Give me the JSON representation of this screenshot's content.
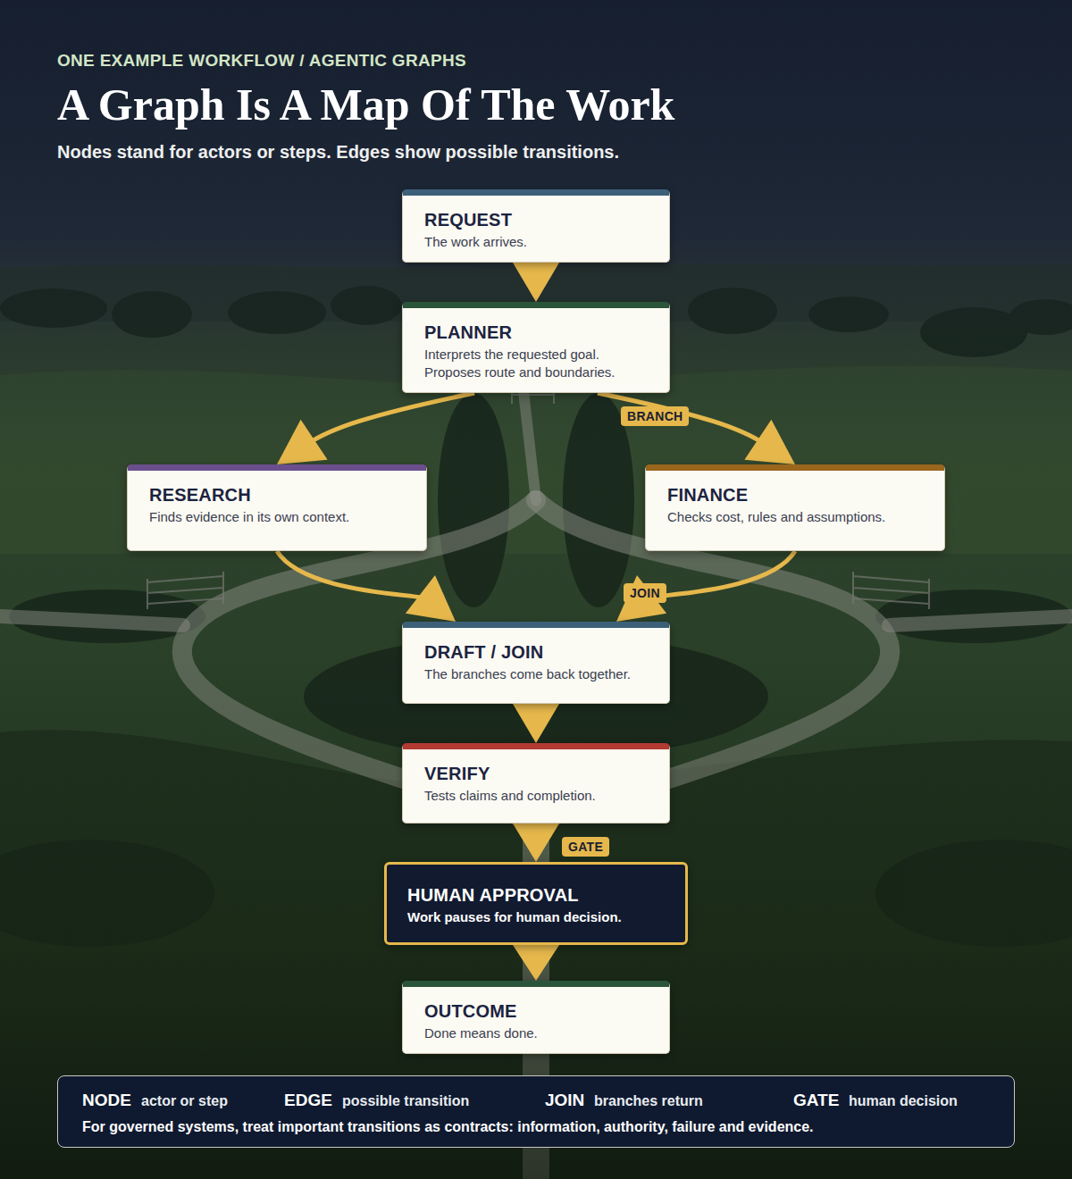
{
  "diagram": {
    "title": "A Graph Is A Map Of The Work",
    "caption": "Nodes stand for actors or steps. Edges show possible transitions.",
    "nodes": [
      {
        "text": [
          "REQUEST",
          "The work arrives."
        ]
      },
      {
        "text": [
          "PLANNER",
          "Interprets the requested goal. Proposes route and boundaries."
        ]
      },
      {
        "text": [
          "RESEARCH",
          "Finds evidence in its own context."
        ]
      },
      {
        "text": [
          "FINANCE",
          "Checks cost, rules and assumptions."
        ]
      },
      {
        "text": [
          "DRAFT / JOIN",
          "The branches come back together."
        ]
      },
      {
        "text": [
          "VERIFY",
          "Tests claims and completion."
        ]
      },
      {
        "text": [
          "HUMAN APPROVAL",
          "Work pauses for human decision."
        ]
      },
      {
        "text": [
          "OUTCOME",
          "Done means done."
        ]
      }
    ],
    "edges": [
      {
        "from": 0,
        "to": 1,
        "arrow": "to"
      },
      {
        "from": 1,
        "to": 2,
        "arrow": "to"
      },
      {
        "from": 1,
        "to": 3,
        "label": "BRANCH",
        "arrow": "to"
      },
      {
        "from": 2,
        "to": 4,
        "arrow": "to"
      },
      {
        "from": 3,
        "to": 4,
        "label": "JOIN",
        "arrow": "to"
      },
      {
        "from": 4,
        "to": 5,
        "arrow": "to"
      },
      {
        "from": 5,
        "to": 6,
        "label": "GATE",
        "arrow": "to"
      },
      {
        "from": 6,
        "to": 7,
        "arrow": "to"
      }
    ],
    "labels": [
      "ONE EXAMPLE WORKFLOW / AGENTIC GRAPHS",
      "NODE",
      "actor or step",
      "EDGE",
      "possible transition",
      "JOIN",
      "branches return",
      "GATE",
      "human decision",
      "For governed systems, treat important transitions as contracts: information, authority, failure and evidence."
    ]
  }
}
